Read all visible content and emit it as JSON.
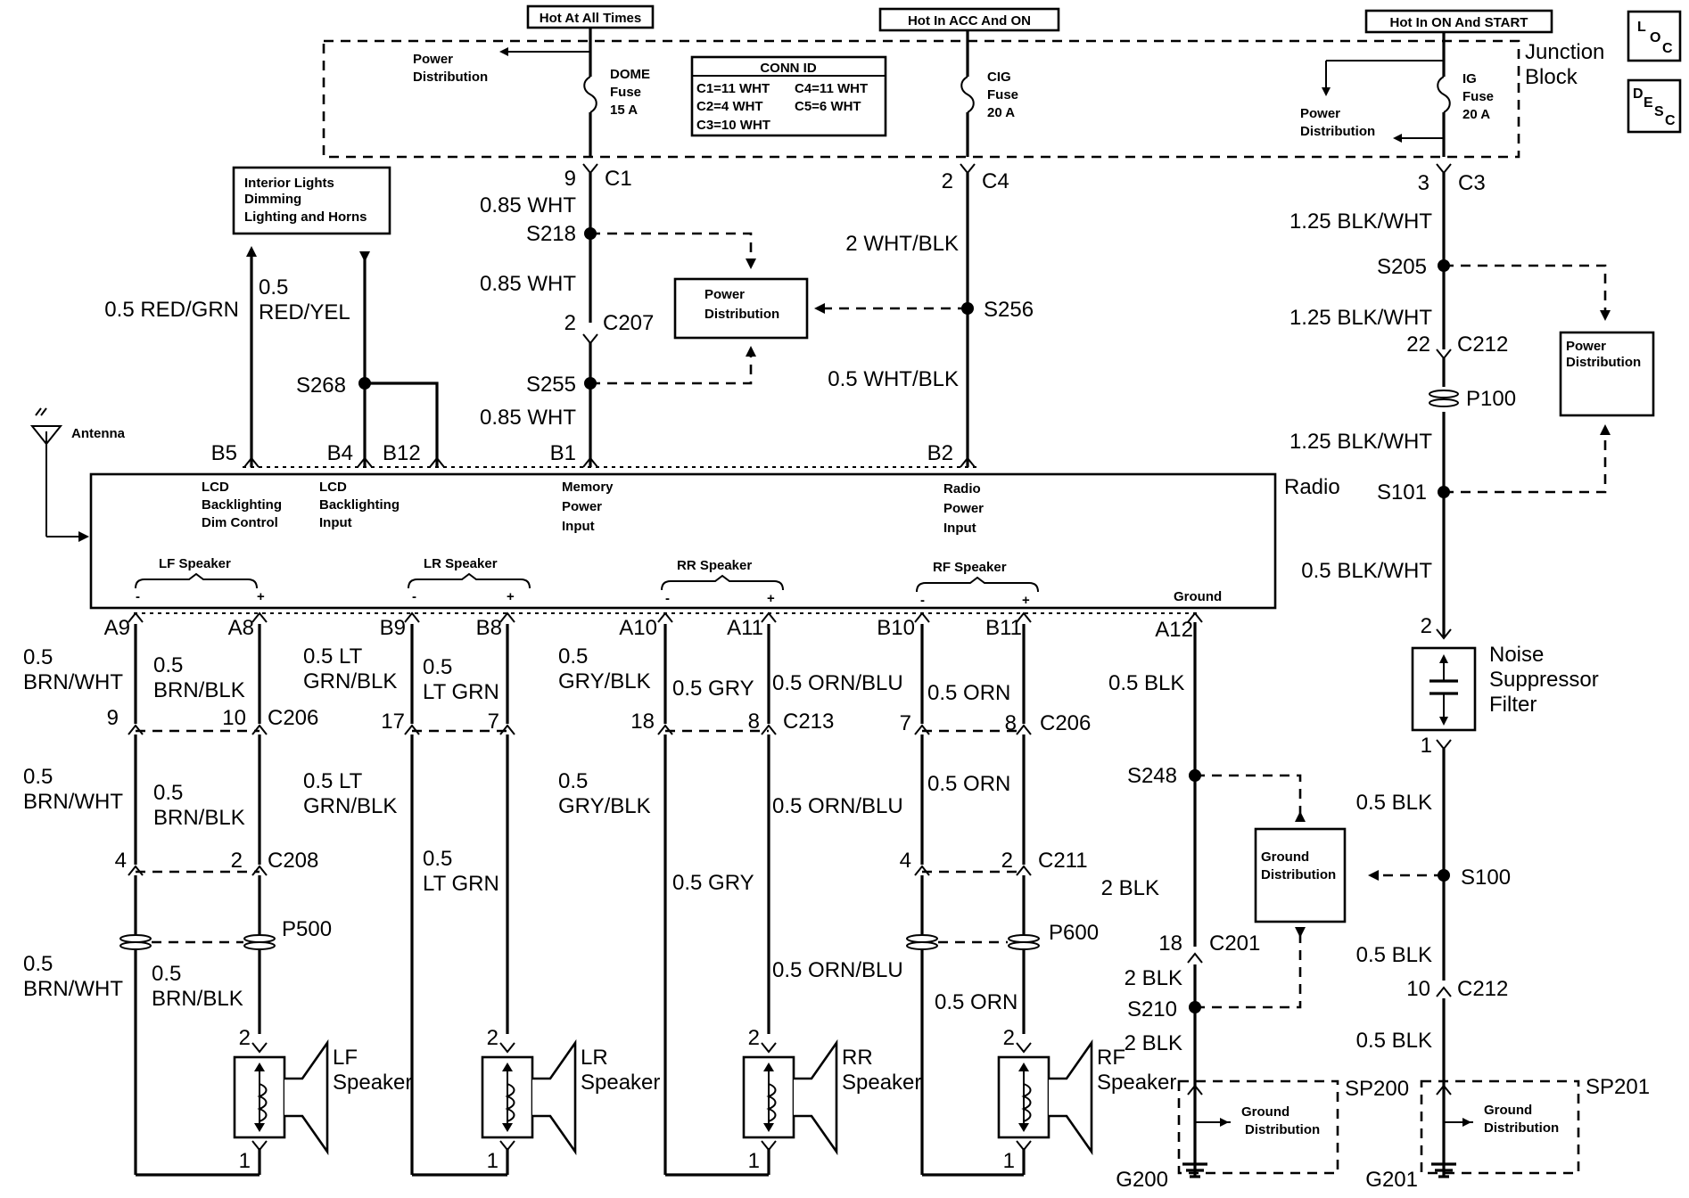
{
  "feeds": {
    "dome": "Hot At All Times",
    "cig": "Hot In ACC And ON",
    "ig": "Hot In ON And START"
  },
  "junction": {
    "title1": "Junction",
    "title2": "Block",
    "conn_title": "CONN ID",
    "conn_c1": "C1=11 WHT",
    "conn_c4": "C4=11 WHT",
    "conn_c2": "C2=4 WHT",
    "conn_c5": "C5=6 WHT",
    "conn_c3": "C3=10 WHT",
    "dome_fuse1": "DOME",
    "dome_fuse2": "Fuse",
    "dome_fuse3": "15 A",
    "cig_fuse1": "CIG",
    "cig_fuse2": "Fuse",
    "cig_fuse3": "20 A",
    "ig_fuse1": "IG",
    "ig_fuse2": "Fuse",
    "ig_fuse3": "20 A",
    "pd1a": "Power",
    "pd1b": "Distribution",
    "pd2a": "Power",
    "pd2b": "Distribution"
  },
  "badges": {
    "loc_l": "L",
    "loc_o": "O",
    "loc_c": "C",
    "desc_d": "D",
    "desc_e": "E",
    "desc_s": "S",
    "desc_c": "C"
  },
  "boxes": {
    "ild1": "Interior Lights",
    "ild2": "Dimming",
    "ild3": "Lighting and Horns",
    "pdc1": "Power",
    "pdc2": "Distribution",
    "pdr1": "Power",
    "pdr2": "Distribution",
    "gd1": "Ground",
    "gd2": "Distribution",
    "gd3": "Ground",
    "gd4": "Distribution",
    "gd5": "Ground",
    "gd6": "Distribution",
    "antenna": "Antenna"
  },
  "radio": {
    "title": "Radio",
    "lcd_dim1": "LCD",
    "lcd_dim2": "Backlighting",
    "lcd_dim3": "Dim Control",
    "lcd_in1": "LCD",
    "lcd_in2": "Backlighting",
    "lcd_in3": "Input",
    "mem1": "Memory",
    "mem2": "Power",
    "mem3": "Input",
    "rp1": "Radio",
    "rp2": "Power",
    "rp3": "Input",
    "lf": "LF Speaker",
    "lr": "LR Speaker",
    "rr": "RR Speaker",
    "rf": "RF Speaker",
    "ground": "Ground",
    "minus": "-",
    "plus": "+"
  },
  "labels": {
    "c1_pin": "9",
    "c1": "C1",
    "c4_pin": "2",
    "c4": "C4",
    "c3_pin": "3",
    "c3": "C3",
    "w085a": "0.85 WHT",
    "s218": "S218",
    "w085b": "0.85 WHT",
    "c207_pin": "2",
    "c207": "C207",
    "s255": "S255",
    "w085c": "0.85 WHT",
    "w2whtblk": "2 WHT/BLK",
    "s256": "S256",
    "w05whtblk": "0.5 WHT/BLK",
    "w125a": "1.25 BLK/WHT",
    "s205": "S205",
    "w125b": "1.25 BLK/WHT",
    "c212_pin": "22",
    "c212": "C212",
    "p100": "P100",
    "w125c": "1.25 BLK/WHT",
    "s101": "S101",
    "w05blkwht": "0.5 BLK/WHT",
    "nsf_pin2": "2",
    "nsf1": "Noise",
    "nsf2": "Suppressor",
    "nsf3": "Filter",
    "nsf_pin1": "1",
    "w05blk_a": "0.5 BLK",
    "s100": "S100",
    "w05blk_b": "0.5 BLK",
    "c212b_pin": "10",
    "c212b": "C212",
    "w05blk_c": "0.5 BLK",
    "sp201": "SP201",
    "g201": "G201",
    "redgrn": "0.5 RED/GRN",
    "redyel1": "0.5",
    "redyel2": "RED/YEL",
    "s268": "S268",
    "b5": "B5",
    "b4": "B4",
    "b12": "B12",
    "b1": "B1",
    "b2": "B2",
    "a9": "A9",
    "a8": "A8",
    "b9": "B9",
    "b8": "B8",
    "a10": "A10",
    "a11": "A11",
    "b10": "B10",
    "b11": "B11",
    "a12": "A12",
    "lf1a": "0.5",
    "lf1b": "BRN/WHT",
    "lf2a": "0.5",
    "lf2b": "BRN/BLK",
    "lr1a": "0.5 LT",
    "lr1b": "GRN/BLK",
    "lr2a": "0.5",
    "lr2b": "LT GRN",
    "rr1a": "0.5",
    "rr1b": "GRY/BLK",
    "rr2": "0.5 GRY",
    "rf1": "0.5 ORN/BLU",
    "rf2": "0.5 ORN",
    "gnd1": "0.5 BLK",
    "c206a_p1": "9",
    "c206a_p2": "10",
    "c206a": "C206",
    "c213_p1": "17",
    "c213_p2": "7",
    "c213_p3": "18",
    "c213_p4": "8",
    "c213": "C213",
    "c206b_p1": "7",
    "c206b_p2": "8",
    "c206b": "C206",
    "lf3a": "0.5",
    "lf3b": "BRN/WHT",
    "lf4a": "0.5",
    "lf4b": "BRN/BLK",
    "lr3a": "0.5 LT",
    "lr3b": "GRN/BLK",
    "rr3a": "0.5",
    "rr3b": "GRY/BLK",
    "rf3": "0.5 ORN/BLU",
    "rf4": "0.5 ORN",
    "s248": "S248",
    "c208_p1": "4",
    "c208_p2": "2",
    "c208": "C208",
    "c211_p1": "4",
    "c211_p2": "2",
    "c211": "C211",
    "lr4a": "0.5",
    "lr4b": "LT GRN",
    "rr4": "0.5 GRY",
    "blk2a": "2 BLK",
    "p500": "P500",
    "p600": "P600",
    "lf5a": "0.5",
    "lf5b": "BRN/WHT",
    "lf6a": "0.5",
    "lf6b": "BRN/BLK",
    "rf5": "0.5 ORN/BLU",
    "rf6": "0.5 ORN",
    "c201_pin": "18",
    "c201": "C201",
    "blk2b": "2 BLK",
    "s210": "S210",
    "blk2c": "2 BLK",
    "sp200": "SP200",
    "g200": "G200",
    "spk_pin2": "2",
    "spk_pin1": "1",
    "lf_spk1": "LF",
    "lf_spk2": "Speaker",
    "lr_spk1": "LR",
    "lr_spk2": "Speaker",
    "rr_spk1": "RR",
    "rr_spk2": "Speaker",
    "rf_spk1": "RF",
    "rf_spk2": "Speaker"
  }
}
